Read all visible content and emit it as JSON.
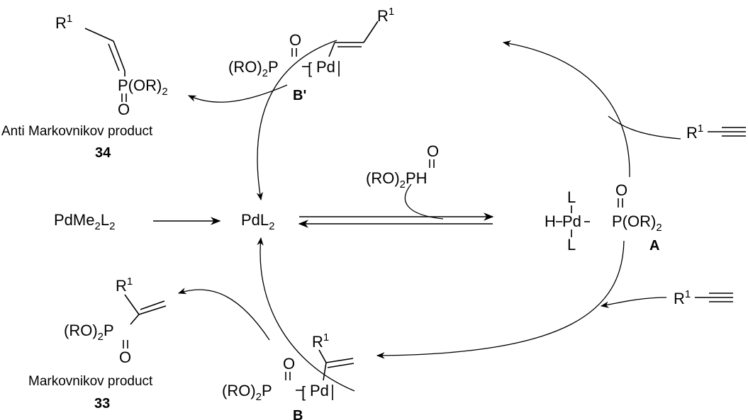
{
  "compounds": {
    "anti_product": {
      "sub_r1": "R",
      "sup_r1": "1",
      "p_group": "P(OR)",
      "p_group_sub": "2",
      "oxygen": "O",
      "caption": "Anti Markovnikov product",
      "number": "34"
    },
    "markov_product": {
      "sub_r1": "R",
      "sup_r1": "1",
      "ro": "(RO)",
      "ro_sub": "2",
      "p": "P",
      "oxygen": "O",
      "caption": "Markovnikov product",
      "number": "33"
    },
    "b_prime": {
      "oxygen": "O",
      "ro": "(RO)",
      "ro_sub": "2",
      "p": "P",
      "pd": "Pd",
      "r": "R",
      "r_sup": "1",
      "label": "B'"
    },
    "b": {
      "oxygen": "O",
      "ro": "(RO)",
      "ro_sub": "2",
      "p": "P",
      "pd": "Pd",
      "r": "R",
      "r_sup": "1",
      "label": "B"
    },
    "a": {
      "l_top": "L",
      "l_bottom": "L",
      "h": "H",
      "pd": "Pd",
      "oxygen": "O",
      "p_group": "P(OR)",
      "p_group_sub": "2",
      "label": "A"
    },
    "phosphite": {
      "oxygen": "O",
      "ro": "(RO)",
      "ro_sub": "2",
      "ph": "PH"
    },
    "alkyne_top": {
      "r": "R",
      "r_sup": "1"
    },
    "alkyne_bottom": {
      "r": "R",
      "r_sup": "1"
    },
    "precatalyst": {
      "pd": "PdMe",
      "me_sub": "2",
      "l": "L",
      "l_sub": "2"
    },
    "catalyst": {
      "pd": "PdL",
      "l_sub": "2"
    }
  }
}
